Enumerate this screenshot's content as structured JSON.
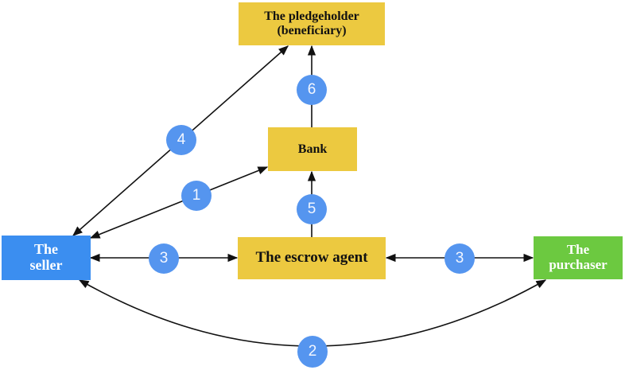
{
  "nodes": {
    "pledgeholder": {
      "line1": "The pledgeholder",
      "line2": "(beneficiary)",
      "color": "#ecc940"
    },
    "bank": {
      "label": "Bank",
      "color": "#ecc940"
    },
    "escrow_agent": {
      "label": "The escrow agent",
      "color": "#ecc940"
    },
    "seller": {
      "line1": "The",
      "line2": "seller",
      "color": "#3b8ef0"
    },
    "purchaser": {
      "line1": "The",
      "line2": "purchaser",
      "color": "#6cc940"
    }
  },
  "steps": [
    {
      "number": "1",
      "from": "seller",
      "to": "bank",
      "bidirectional": true
    },
    {
      "number": "2",
      "from": "seller",
      "to": "purchaser",
      "bidirectional": true
    },
    {
      "number": "3",
      "from": "seller",
      "to": "escrow_agent",
      "bidirectional": true
    },
    {
      "number": "3",
      "from": "escrow_agent",
      "to": "purchaser",
      "bidirectional": true
    },
    {
      "number": "4",
      "from": "seller",
      "to": "pledgeholder",
      "bidirectional": true
    },
    {
      "number": "5",
      "from": "escrow_agent",
      "to": "bank",
      "bidirectional": false
    },
    {
      "number": "6",
      "from": "bank",
      "to": "pledgeholder",
      "bidirectional": false
    }
  ],
  "badge_color": "#5595ef"
}
